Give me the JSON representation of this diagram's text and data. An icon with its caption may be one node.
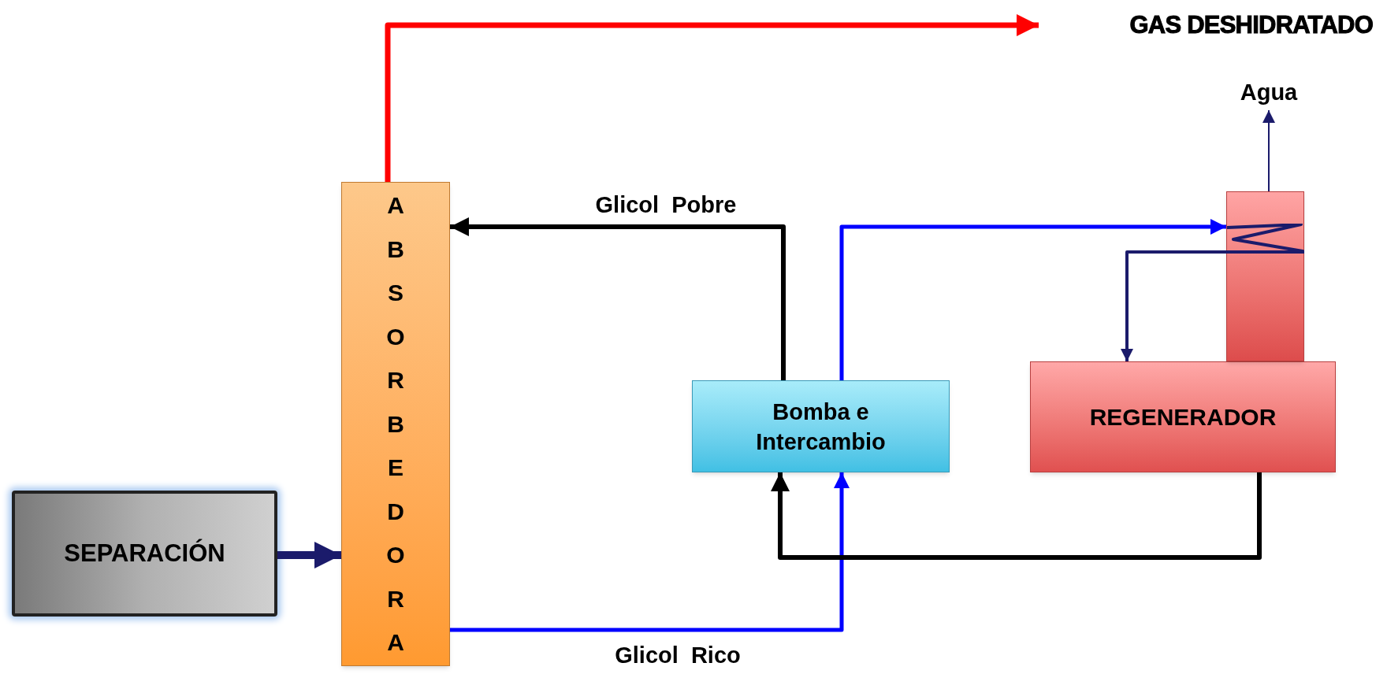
{
  "diagram": {
    "nodes": [
      {
        "text": [
          "SEPARACIÓN"
        ]
      },
      {
        "text": [
          "ABSORBEDORA"
        ]
      },
      {
        "text": [
          "Bomba e Intercambio"
        ]
      },
      {
        "text": [
          "REGENERADOR"
        ]
      },
      {
        "text": [],
        "shape": "box"
      },
      {
        "text": [
          "GAS DESHIDRATADO"
        ]
      },
      {
        "text": [
          "Agua"
        ]
      }
    ],
    "edges": [
      {
        "from": 0,
        "to": 1,
        "arrow": "to",
        "style": "thick",
        "color": "#1b1b6b"
      },
      {
        "from": 1,
        "to": 5,
        "arrow": "to",
        "color": "#ff0000"
      },
      {
        "from": 2,
        "to": 1,
        "arrow": "to",
        "label": "Glicol  Pobre",
        "color": "#000000"
      },
      {
        "from": 1,
        "to": 2,
        "arrow": "to",
        "label": "Glicol  Rico",
        "color": "#0000ff"
      },
      {
        "from": 2,
        "to": 4,
        "arrow": "to",
        "color": "#0000ff"
      },
      {
        "from": 4,
        "to": 3,
        "arrow": "to",
        "color": "#1b1b6b"
      },
      {
        "from": 3,
        "to": 2,
        "arrow": "to",
        "color": "#000000"
      },
      {
        "from": 4,
        "to": 6,
        "arrow": "to",
        "color": "#1b1b6b"
      }
    ]
  }
}
